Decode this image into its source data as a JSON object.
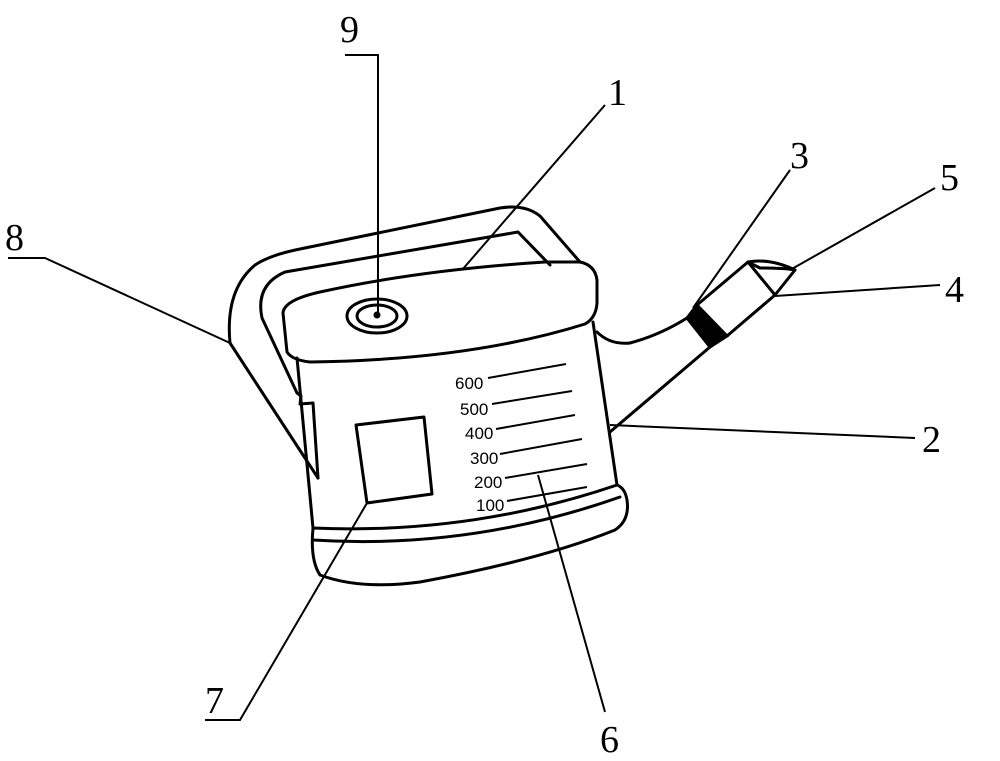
{
  "figure": {
    "callouts": {
      "lid": "1",
      "spout": "2",
      "ring": "3",
      "nozzle": "4",
      "nozzle_cap": "5",
      "scale": "6",
      "window": "7",
      "handle": "8",
      "vent_button": "9"
    },
    "graduations": [
      "600",
      "500",
      "400",
      "300",
      "200",
      "100"
    ]
  }
}
